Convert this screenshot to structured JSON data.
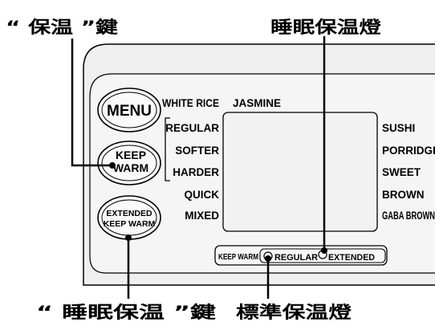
{
  "callouts": {
    "keep_warm_key": "“ 保温 ”鍵",
    "sleep_warm_lamp": "睡眠保温燈",
    "extended_keep_warm_key": "“ 睡眠保温 ”鍵",
    "standard_warm_lamp": "標準保温燈"
  },
  "buttons": {
    "menu": "MENU",
    "keep_warm_line1": "KEEP",
    "keep_warm_line2": "WARM",
    "extended_line1": "EXTENDED",
    "extended_line2": "KEEP WARM"
  },
  "menu_items": {
    "white_rice": "WHITE RICE",
    "jasmine": "JASMINE",
    "left": [
      "REGULAR",
      "SOFTER",
      "HARDER",
      "QUICK",
      "MIXED"
    ],
    "right": [
      "SUSHI",
      "PORRIDGE",
      "SWEET",
      "BROWN",
      "GABA BROWN"
    ]
  },
  "keep_warm_indicator": {
    "label": "KEEP WARM",
    "regular": "REGULAR",
    "extended": "EXTENDED"
  },
  "colors": {
    "panel_background": "#efefef",
    "line": "#000000"
  }
}
